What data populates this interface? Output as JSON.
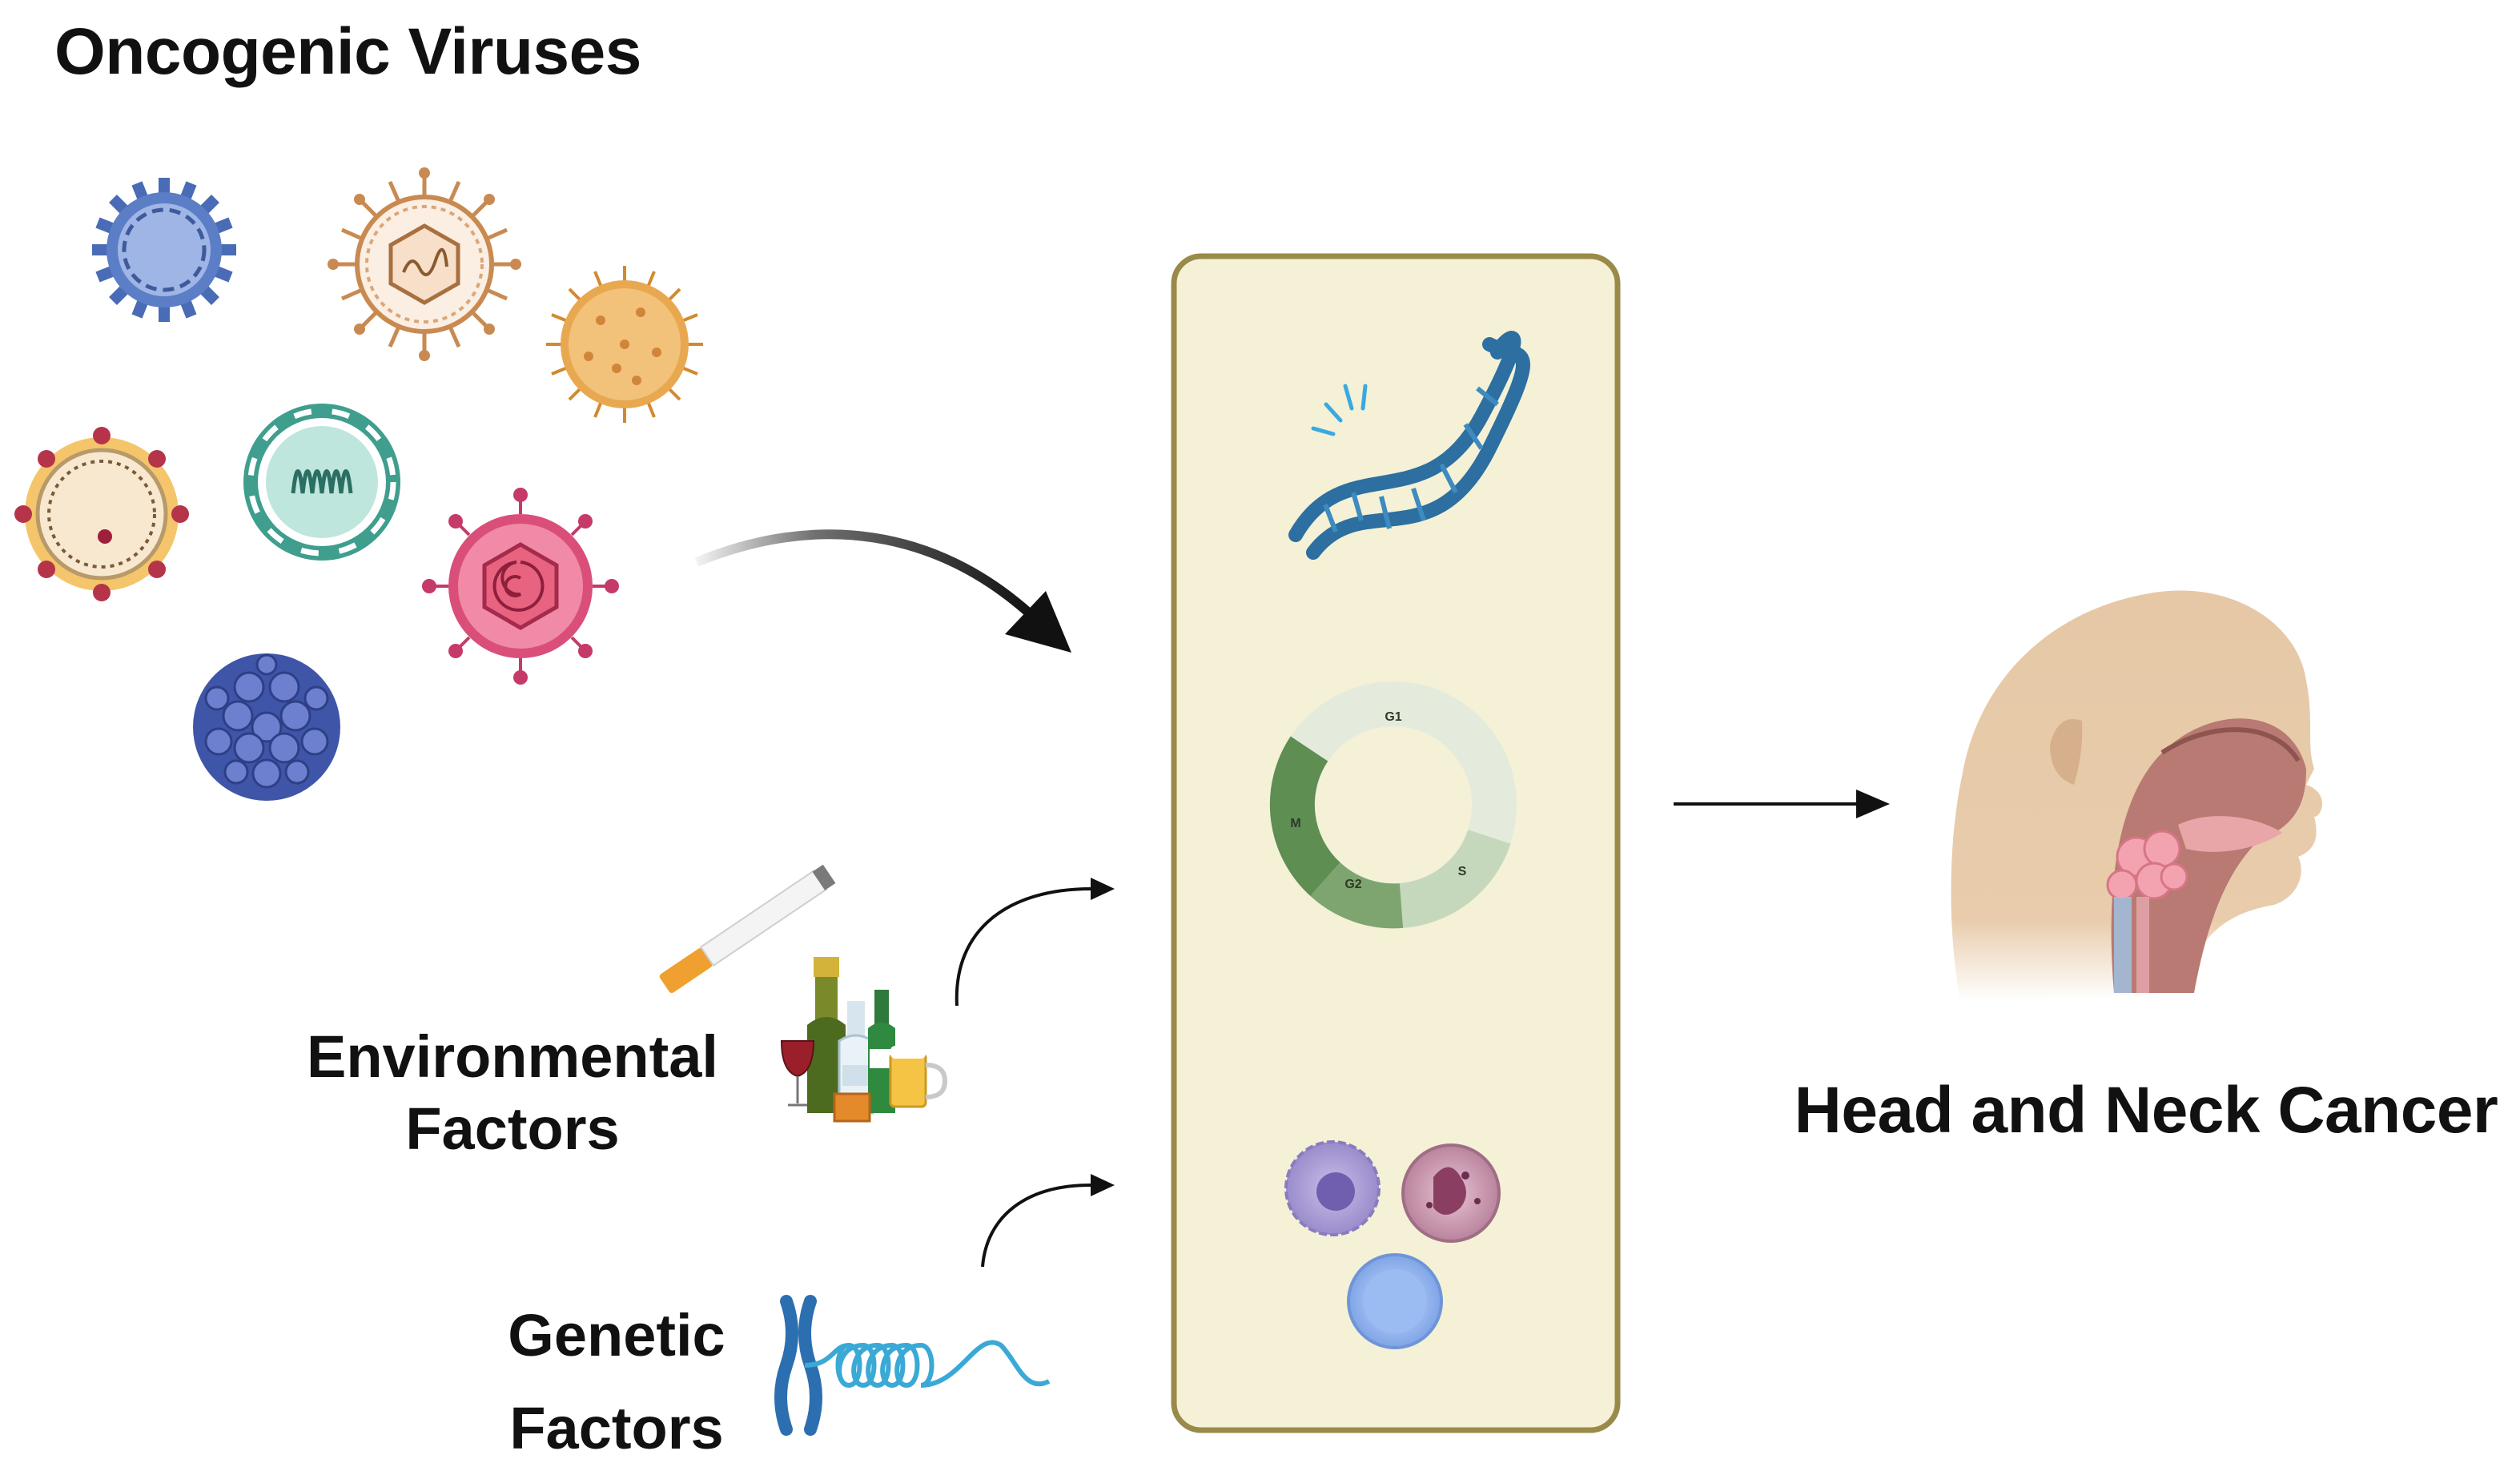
{
  "title": "Oncogenic Viruses",
  "environmental_label": [
    "Environmental",
    "Factors"
  ],
  "genetic_label": [
    "Genetic",
    "Factors"
  ],
  "outcome_label": "Head and Neck Cancer",
  "cell_cycle": {
    "phases": [
      "G1",
      "S",
      "G2",
      "M"
    ]
  },
  "icons": {
    "viruses": [
      "virus-icon",
      "virus-icon",
      "virus-icon",
      "virus-icon",
      "virus-icon",
      "virus-icon",
      "virus-icon"
    ],
    "environmental": [
      "cigarette-icon",
      "alcohol-bottles-icon"
    ],
    "genetic": "chromosome-dna-icon",
    "center": [
      "dna-damage-icon",
      "cell-cycle-icon",
      "immune-cells-icon"
    ],
    "outcome": "head-neck-anatomy-icon"
  },
  "colors": {
    "panel_fill": "#f4f1d6",
    "panel_border": "#9a8a4a",
    "cell_cycle_light": "#e4ebdc",
    "cell_cycle_dark": "#5e8e52",
    "arrow": "#111111"
  }
}
